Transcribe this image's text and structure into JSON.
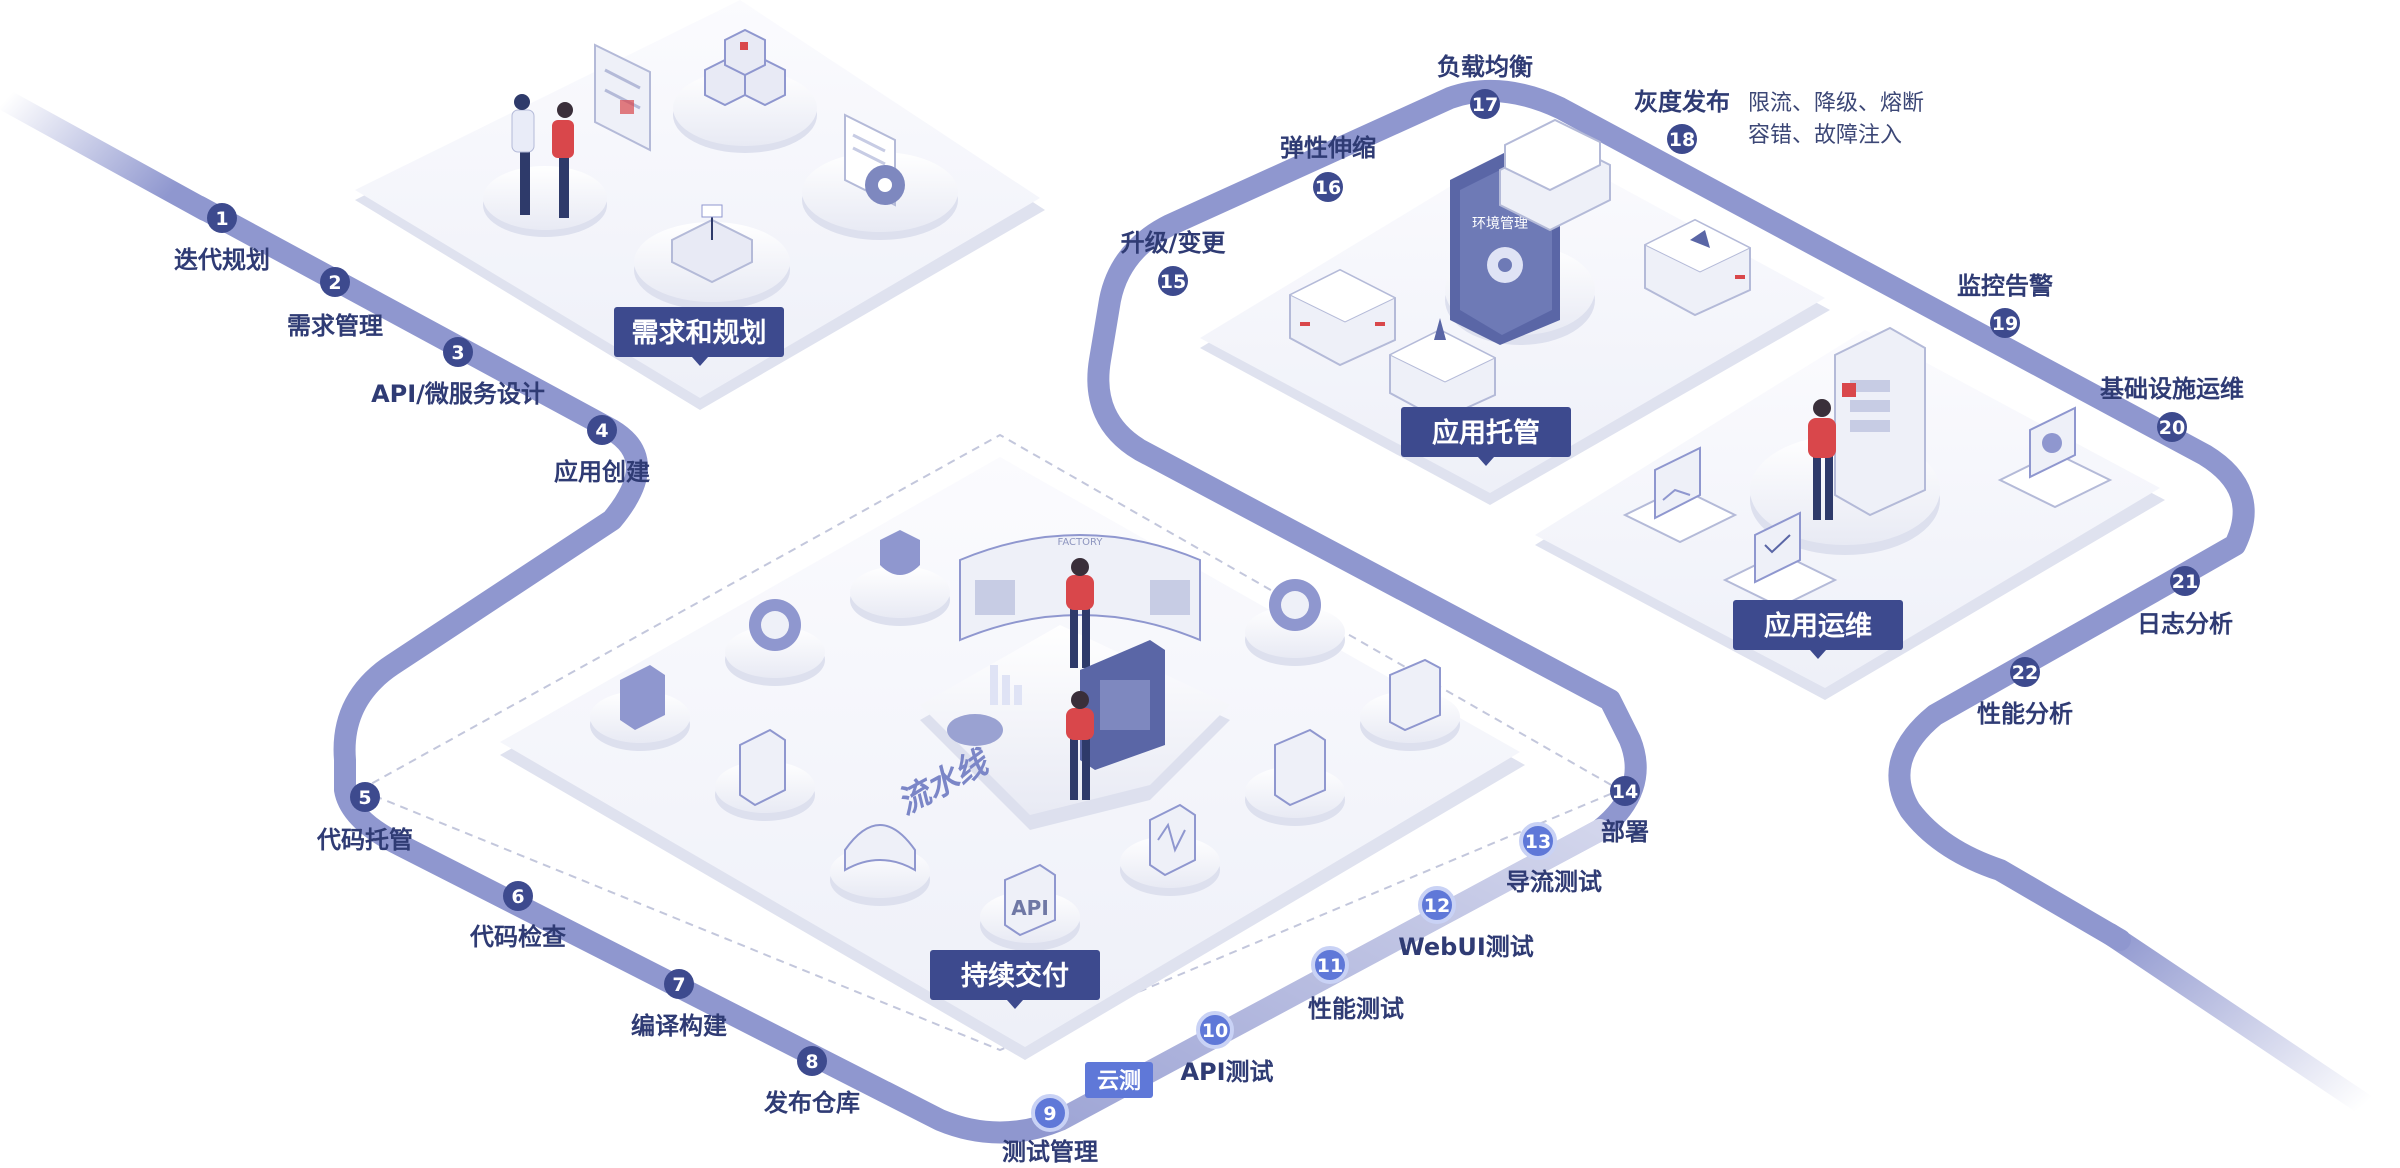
{
  "areas": [
    {
      "id": "planning",
      "label": "需求和规划"
    },
    {
      "id": "hosting",
      "label": "应用托管"
    },
    {
      "id": "ops",
      "label": "应用运维"
    },
    {
      "id": "delivery",
      "label": "持续交付"
    }
  ],
  "pipeline_text": "流水线",
  "cloud_test_badge": "云测",
  "icon_texts": {
    "api": "API",
    "env_panel": "环境管理",
    "factory": "FACTORY"
  },
  "steps": [
    {
      "num": "1",
      "label": "迭代规划"
    },
    {
      "num": "2",
      "label": "需求管理"
    },
    {
      "num": "3",
      "label": "API/微服务设计"
    },
    {
      "num": "4",
      "label": "应用创建"
    },
    {
      "num": "5",
      "label": "代码托管"
    },
    {
      "num": "6",
      "label": "代码检查"
    },
    {
      "num": "7",
      "label": "编译构建"
    },
    {
      "num": "8",
      "label": "发布仓库"
    },
    {
      "num": "9",
      "label": "测试管理"
    },
    {
      "num": "10",
      "label": "API测试"
    },
    {
      "num": "11",
      "label": "性能测试"
    },
    {
      "num": "12",
      "label": "WebUI测试"
    },
    {
      "num": "13",
      "label": "导流测试"
    },
    {
      "num": "14",
      "label": "部署"
    },
    {
      "num": "15",
      "label": "升级/变更"
    },
    {
      "num": "16",
      "label": "弹性伸缩"
    },
    {
      "num": "17",
      "label": "负载均衡"
    },
    {
      "num": "18",
      "label": "灰度发布"
    },
    {
      "num": "19",
      "label": "监控告警"
    },
    {
      "num": "20",
      "label": "基础设施运维"
    },
    {
      "num": "21",
      "label": "日志分析"
    },
    {
      "num": "22",
      "label": "性能分析"
    }
  ],
  "step18_note": {
    "line1": "限流、降级、熔断",
    "line2": "容错、故障注入"
  },
  "colors": {
    "track": "#8f97cf",
    "badge": "#3d4a8e",
    "badge_light": "#5f78d8",
    "label_box": "#3d4a8e",
    "platform": "#f3f4fa",
    "person_red": "#d9474b",
    "person_navy": "#2e3a6a"
  }
}
